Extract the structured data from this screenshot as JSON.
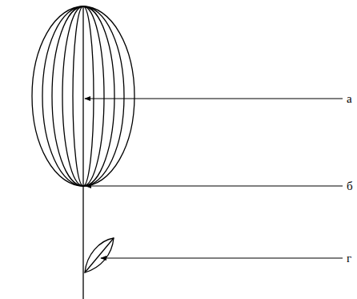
{
  "diagram": {
    "labels": [
      "а",
      "б",
      "г"
    ]
  }
}
